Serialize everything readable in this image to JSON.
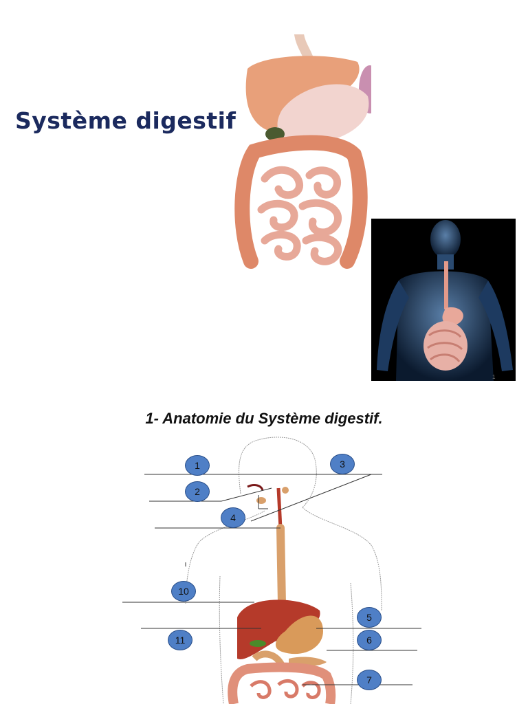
{
  "slide1": {
    "title": "Système digestif",
    "slide_number": "1"
  },
  "slide2": {
    "title": "1- Anatomie du Système digestif.",
    "labels": [
      "1",
      "2",
      "3",
      "4",
      "10",
      "5",
      "11",
      "6",
      "7"
    ]
  },
  "colors": {
    "title_blue": "#1b2a5e",
    "bubble_fill": "#4f7fc6",
    "bubble_border": "#2a4f8a",
    "liver": "#b53a2a",
    "intestine": "#e0907a",
    "esophagus": "#d9a06b"
  }
}
